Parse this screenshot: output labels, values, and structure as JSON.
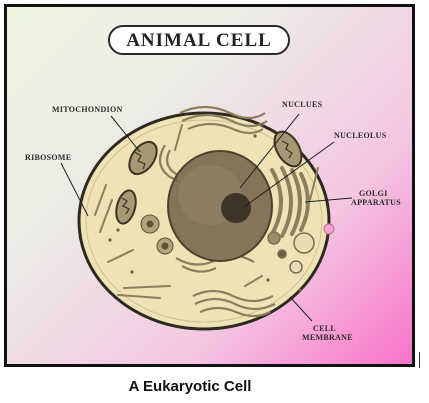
{
  "title": "ANIMAL CELL",
  "labels": {
    "mitochondrion": "MITOCHONDION",
    "nucleus": "NUCLUES",
    "nucleolus": "NUCLEOLUS",
    "ribosome": "RIBOSOME",
    "golgi_line1": "GOLGI",
    "golgi_line2": "APPARATUS",
    "membrane_line1": "CELL",
    "membrane_line2": "MEMBRANE"
  },
  "caption": "A Eukaryotic Cell",
  "colors": {
    "cytoplasm": "#efe3b6",
    "membrane": "#2d2a22",
    "nucleus": "#857558",
    "nucleolus": "#3e3529",
    "organelle": "#a69872"
  }
}
